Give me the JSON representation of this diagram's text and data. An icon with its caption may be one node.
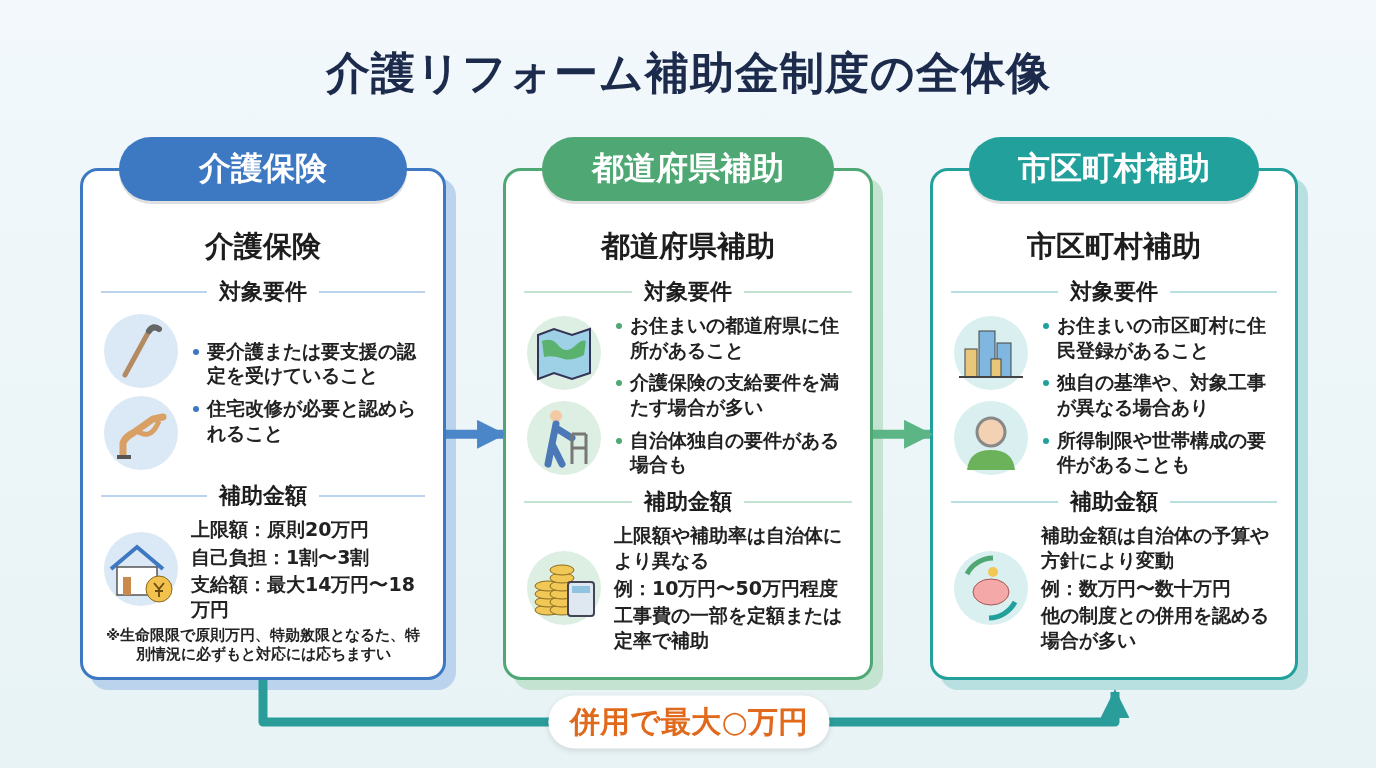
{
  "diagram": {
    "title": "介護リフォーム補助金制度の全体像",
    "nodes": [
      {
        "text": [
          "介護保険",
          "介護保険",
          "対象要件",
          "要介護または要支援の認定を受けていること",
          "住宅改修が必要と認められること",
          "補助金額",
          "上限額：原則20万円",
          "自己負担：1割〜3割",
          "支給額：最大14万円〜18万円",
          "※生命限限で原則万円、特勋敫限となるた、特別情況に必ずもと対応には応ちますい"
        ]
      },
      {
        "text": [
          "都道府県補助",
          "都道府県補助",
          "対象要件",
          "お住まいの都道府県に住所があること",
          "介護保険の支給要件を満たす場合が多い",
          "自治体独自の要件がある場合も",
          "補助金額",
          "上限額や補助率は自治体により異なる",
          "例：10万円〜50万円程度",
          "工事費の一部を定額または定率で補助"
        ]
      },
      {
        "text": [
          "市区町村補助",
          "市区町村補助",
          "対象要件",
          "お住まいの市区町村に住民登録があること",
          "独自の基準や、対象工事が異なる場合あり",
          "所得制限や世帯構成の要件があることも",
          "補助金額",
          "補助金額は自治体の予算や方針により変動",
          "例：数万円〜数十万円",
          "他の制度との併用を認める場合が多い"
        ]
      }
    ],
    "edges": [
      {
        "from": 0,
        "to": 1,
        "arrow": "to",
        "color": "#4a86c8"
      },
      {
        "from": 1,
        "to": 2,
        "arrow": "to",
        "color": "#5cb585"
      },
      {
        "from": 0,
        "to": 2,
        "arrow": "to",
        "label": "併用で最大○万円",
        "color": "#2a9d9a"
      }
    ]
  }
}
